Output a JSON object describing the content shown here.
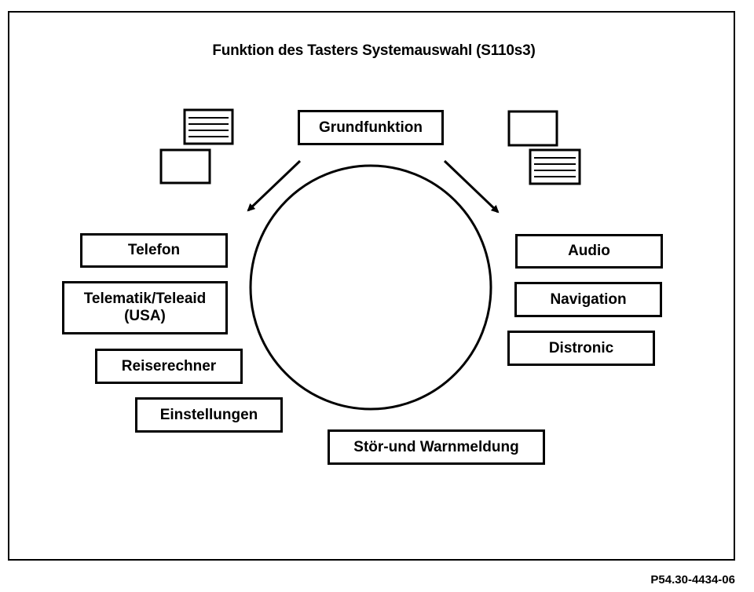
{
  "title": "Funktion des Tasters Systemauswahl (S110s3)",
  "top_item": "Grundfunktion",
  "left_items": [
    "Telefon",
    "Telematik/Teleaid\n(USA)",
    "Reiserechner",
    "Einstellungen"
  ],
  "right_items": [
    "Audio",
    "Navigation",
    "Distronic"
  ],
  "bottom_item": "Stör-und Warnmeldung",
  "figure_id": "P54.30-4434-06"
}
